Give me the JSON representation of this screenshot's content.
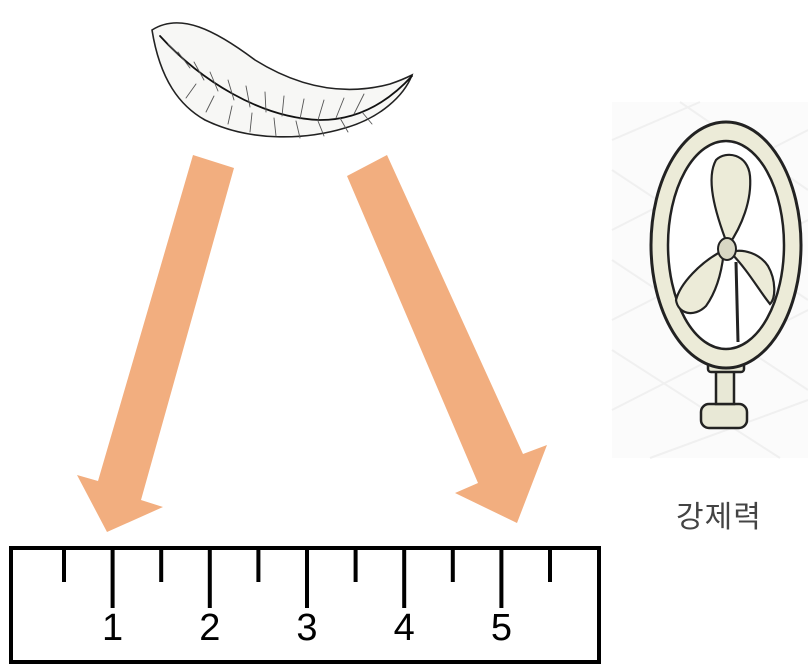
{
  "ruler": {
    "tick_labels": [
      "1",
      "2",
      "3",
      "4",
      "5"
    ]
  },
  "fan": {
    "label": "강제력"
  },
  "icons": {
    "feather": "feather-icon",
    "fan": "electric-fan-icon",
    "arrow": "arrow-down-icon"
  },
  "colors": {
    "arrow": "#F2AE7F",
    "ruler_outline": "#000000",
    "fan_fill": "#EEEEDD"
  }
}
